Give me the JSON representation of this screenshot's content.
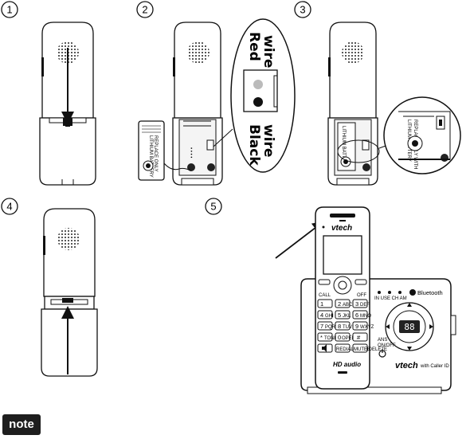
{
  "steps": [
    {
      "number": "1"
    },
    {
      "number": "2"
    },
    {
      "number": "3"
    },
    {
      "number": "4"
    },
    {
      "number": "5"
    }
  ],
  "wire_labels": {
    "red": [
      "Red",
      "wire"
    ],
    "black": [
      "Black",
      "wire"
    ]
  },
  "phone": {
    "brand": "vtech",
    "base_brand": "vtech",
    "base_subtitle": "with Caller ID",
    "bluetooth_label": "Bluetooth",
    "hd_label": "HD audio",
    "keypad": [
      {
        "main": "1",
        "sub": ""
      },
      {
        "main": "2",
        "sub": "ABC"
      },
      {
        "main": "3",
        "sub": "DEF"
      },
      {
        "main": "4",
        "sub": "GHI"
      },
      {
        "main": "5",
        "sub": "JKL"
      },
      {
        "main": "6",
        "sub": "MNO"
      },
      {
        "main": "7",
        "sub": "PQRS"
      },
      {
        "main": "8",
        "sub": "TUV"
      },
      {
        "main": "9",
        "sub": "WXYZ"
      },
      {
        "main": "*",
        "sub": "TONE"
      },
      {
        "main": "0",
        "sub": "OPER"
      },
      {
        "main": "#",
        "sub": ""
      }
    ],
    "soft_left": "CALL",
    "soft_right": "OFF",
    "special_keys": [
      "REDIAL PAUSE",
      "MUTE DELETE"
    ],
    "base_display": "88"
  },
  "note": {
    "label": "note"
  }
}
